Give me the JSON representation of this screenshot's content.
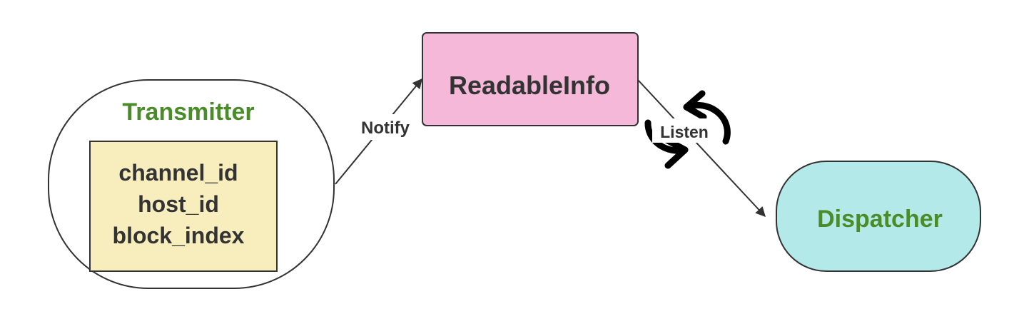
{
  "nodes": {
    "transmitter": {
      "label": "Transmitter",
      "fields": [
        "channel_id",
        "host_id",
        "block_index"
      ]
    },
    "readable_info": {
      "label": "ReadableInfo"
    },
    "dispatcher": {
      "label": "Dispatcher"
    }
  },
  "edges": {
    "notify": {
      "label": "Notify"
    },
    "listen": {
      "label": "Listen"
    }
  },
  "colors": {
    "title_green": "#4a8c2a",
    "text_dark": "#333333",
    "fields_fill": "#f7edbd",
    "readable_fill": "#f5b8d9",
    "dispatcher_fill": "#b3e9e8",
    "stroke": "#333333"
  }
}
